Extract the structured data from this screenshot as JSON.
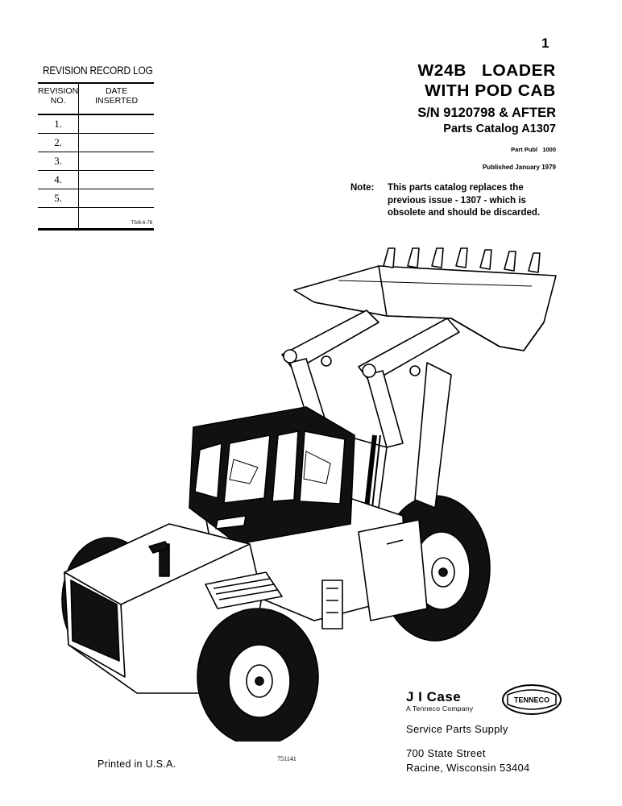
{
  "page_number": "1",
  "revision_log": {
    "title": "REVISION RECORD LOG",
    "col1_header": "REVISION\nNO.",
    "col2_header": "DATE\nINSERTED",
    "rows": [
      "1.",
      "2.",
      "3.",
      "4.",
      "5."
    ],
    "form_code": "TS/6-6-78"
  },
  "title_block": {
    "line1": "W24B   LOADER",
    "line2": "WITH POD CAB",
    "serial": "S/N 9120798 & AFTER",
    "catalog": "Parts Catalog A1307",
    "part_publ": "Part Publ   1000",
    "published": "Published January 1979"
  },
  "note": {
    "label": "Note:",
    "text": "This parts catalog replaces the\nprevious issue - 1307 - which is\nobsolete and should be discarded."
  },
  "company": {
    "name": "J I Case",
    "subtitle": "A Tenneco Company",
    "department": "Service Parts Supply",
    "address_line1": "700 State Street",
    "address_line2": "Racine, Wisconsin 53404"
  },
  "tenneco_logo": "TENNECO",
  "footer": {
    "printed": "Printed in U.S.A.",
    "form_number": "751141"
  },
  "illustration": "loader-illustration"
}
